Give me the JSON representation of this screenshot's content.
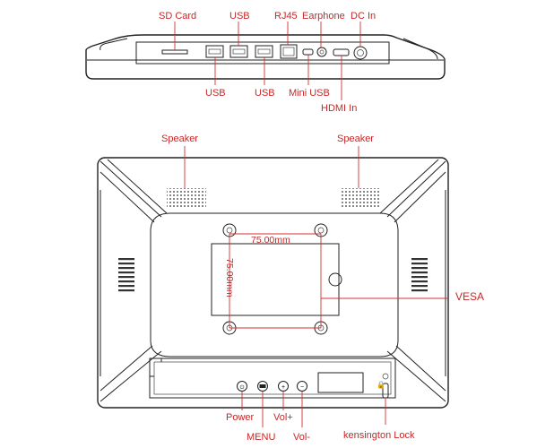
{
  "top_view": {
    "labels": {
      "sd_card": "SD Card",
      "usb_top_1": "USB",
      "rj45": "RJ45",
      "earphone": "Earphone",
      "dc_in": "DC In",
      "usb_bottom_1": "USB",
      "usb_bottom_2": "USB",
      "mini_usb": "Mini USB",
      "hdmi_in": "HDMI In"
    }
  },
  "back_view": {
    "labels": {
      "speaker_left": "Speaker",
      "speaker_right": "Speaker",
      "vesa": "VESA",
      "power": "Power",
      "menu": "MENU",
      "vol_plus": "Vol+",
      "vol_minus": "Vol-",
      "kensington_lock": "kensington Lock"
    },
    "dimensions": {
      "horizontal": "75.00mm",
      "vertical": "75.00mm"
    }
  },
  "colors": {
    "label_red": "#c62828",
    "line_dark": "#222222",
    "leader_red": "#d32f2f"
  }
}
